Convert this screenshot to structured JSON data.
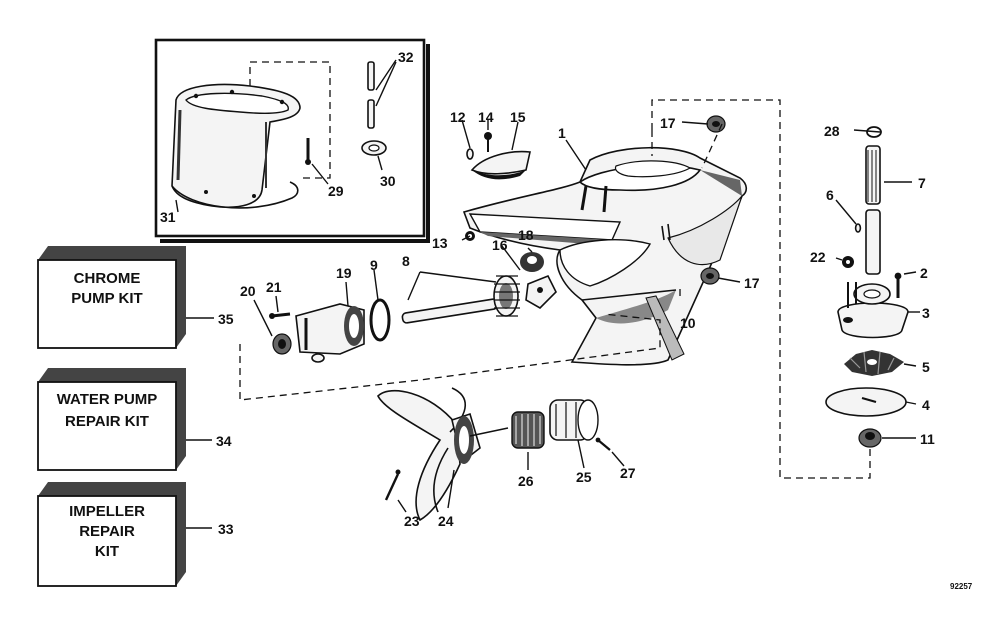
{
  "callouts": [
    {
      "id": "1",
      "label": "1"
    },
    {
      "id": "2",
      "label": "2"
    },
    {
      "id": "3",
      "label": "3"
    },
    {
      "id": "4",
      "label": "4"
    },
    {
      "id": "5",
      "label": "5"
    },
    {
      "id": "6",
      "label": "6"
    },
    {
      "id": "7",
      "label": "7"
    },
    {
      "id": "8",
      "label": "8"
    },
    {
      "id": "9",
      "label": "9"
    },
    {
      "id": "10",
      "label": "10"
    },
    {
      "id": "11",
      "label": "11"
    },
    {
      "id": "12",
      "label": "12"
    },
    {
      "id": "13",
      "label": "13"
    },
    {
      "id": "14",
      "label": "14"
    },
    {
      "id": "15",
      "label": "15"
    },
    {
      "id": "16",
      "label": "16"
    },
    {
      "id": "17a",
      "label": "17"
    },
    {
      "id": "17b",
      "label": "17"
    },
    {
      "id": "18",
      "label": "18"
    },
    {
      "id": "19",
      "label": "19"
    },
    {
      "id": "20",
      "label": "20"
    },
    {
      "id": "21",
      "label": "21"
    },
    {
      "id": "22",
      "label": "22"
    },
    {
      "id": "23",
      "label": "23"
    },
    {
      "id": "24",
      "label": "24"
    },
    {
      "id": "25",
      "label": "25"
    },
    {
      "id": "26",
      "label": "26"
    },
    {
      "id": "27",
      "label": "27"
    },
    {
      "id": "28",
      "label": "28"
    },
    {
      "id": "29",
      "label": "29"
    },
    {
      "id": "30",
      "label": "30"
    },
    {
      "id": "31",
      "label": "31"
    },
    {
      "id": "32",
      "label": "32"
    },
    {
      "id": "33",
      "label": "33"
    },
    {
      "id": "34",
      "label": "34"
    },
    {
      "id": "35",
      "label": "35"
    }
  ],
  "kits": {
    "chrome": {
      "line1": "CHROME",
      "line2": "PUMP KIT",
      "number": "35"
    },
    "water": {
      "line1": "WATER PUMP",
      "line2": "REPAIR KIT",
      "number": "34"
    },
    "impeller": {
      "line1": "IMPELLER",
      "line2": "REPAIR",
      "line3": "KIT",
      "number": "33"
    }
  },
  "figure_number": "92257"
}
